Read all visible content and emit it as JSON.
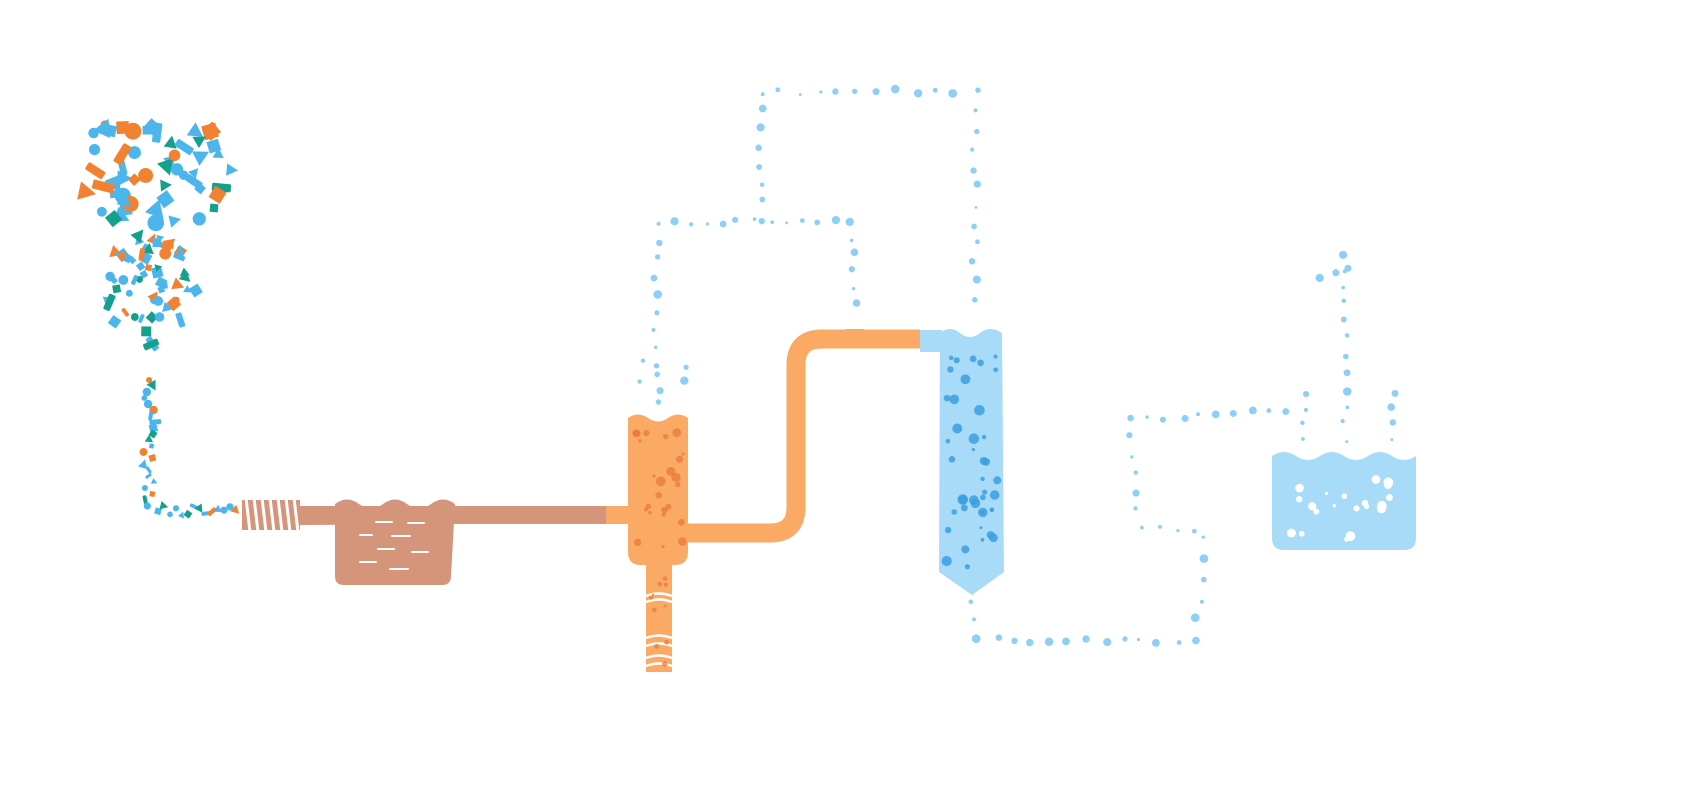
{
  "colors": {
    "background": "#ffffff",
    "teal": "#14a08c",
    "sky_blue": "#4cb6ec",
    "light_blue": "#a8dbf7",
    "dot_blue": "#8ecff5",
    "deep_blue": "#3b9fe0",
    "orange": "#f08232",
    "light_orange": "#fbaa65",
    "orange_dot": "#e8793b",
    "brown": "#d5957a",
    "white": "#ffffff"
  },
  "stages": [
    {
      "id": "waste-input",
      "icon": "mixed-particles-icon"
    },
    {
      "id": "shredder-coil",
      "icon": "coil-icon"
    },
    {
      "id": "washing-tank",
      "icon": "tank-icon"
    },
    {
      "id": "reactor-column",
      "icon": "reactor-icon"
    },
    {
      "id": "distillation-column",
      "icon": "column-icon"
    },
    {
      "id": "collection-beaker",
      "icon": "beaker-icon"
    }
  ],
  "vapor_paths": [
    {
      "id": "reactor-to-column-loop",
      "color": "#8ecff5"
    },
    {
      "id": "column-top-loop",
      "color": "#8ecff5"
    },
    {
      "id": "column-to-beaker-loop",
      "color": "#8ecff5"
    }
  ]
}
